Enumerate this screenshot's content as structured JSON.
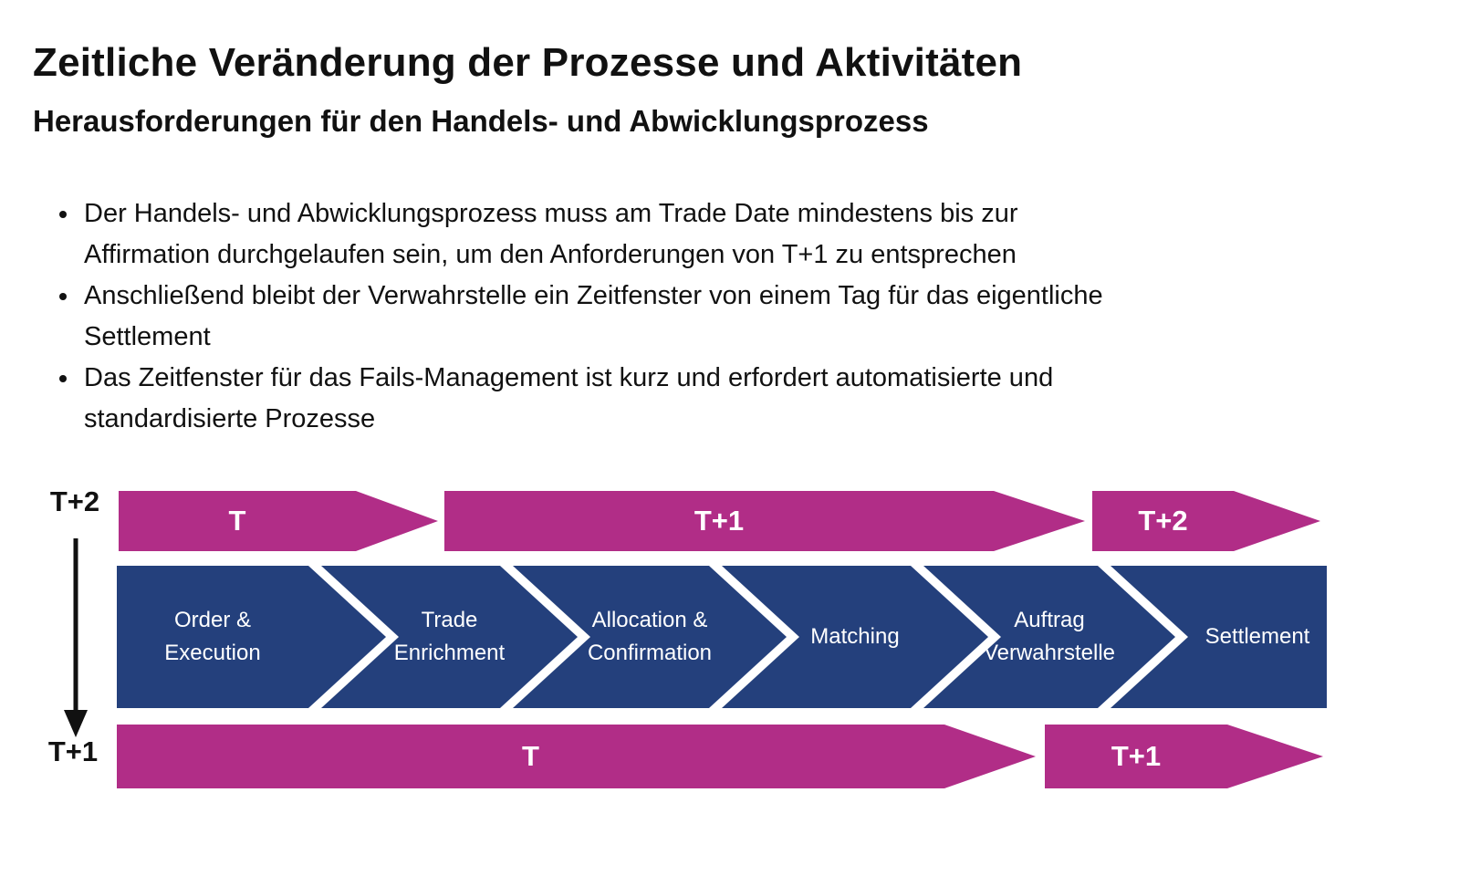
{
  "slide": {
    "title": "Zeitliche Veränderung der Prozesse und Aktivitäten",
    "subtitle": "Herausforderungen für den Handels- und Abwicklungsprozess",
    "bullets": [
      "Der Handels- und Abwicklungsprozess muss am Trade Date mindestens bis zur\nAffirmation durchgelaufen sein, um den Anforderungen von T+1 zu entsprechen",
      "Anschließend bleibt der Verwahrstelle ein Zeitfenster von einem Tag für das eigentliche\nSettlement",
      "Das Zeitfenster für das Fails-Management ist kurz und erfordert automatisierte und\nstandardisierte Prozesse"
    ]
  },
  "diagram": {
    "axis": {
      "from_label": "T+2",
      "to_label": "T+1"
    },
    "before_row": {
      "arrows": [
        "T",
        "T+1",
        "T+2"
      ]
    },
    "process_row": {
      "steps": [
        "Order &\nExecution",
        "Trade\nEnrichment",
        "Allocation &\nConfirmation",
        "Matching",
        "Auftrag\nVerwahrstelle",
        "Settlement"
      ]
    },
    "after_row": {
      "arrows": [
        "T",
        "T+1"
      ]
    },
    "colors": {
      "magenta": "#b12d87",
      "blue": "#24407c"
    }
  }
}
